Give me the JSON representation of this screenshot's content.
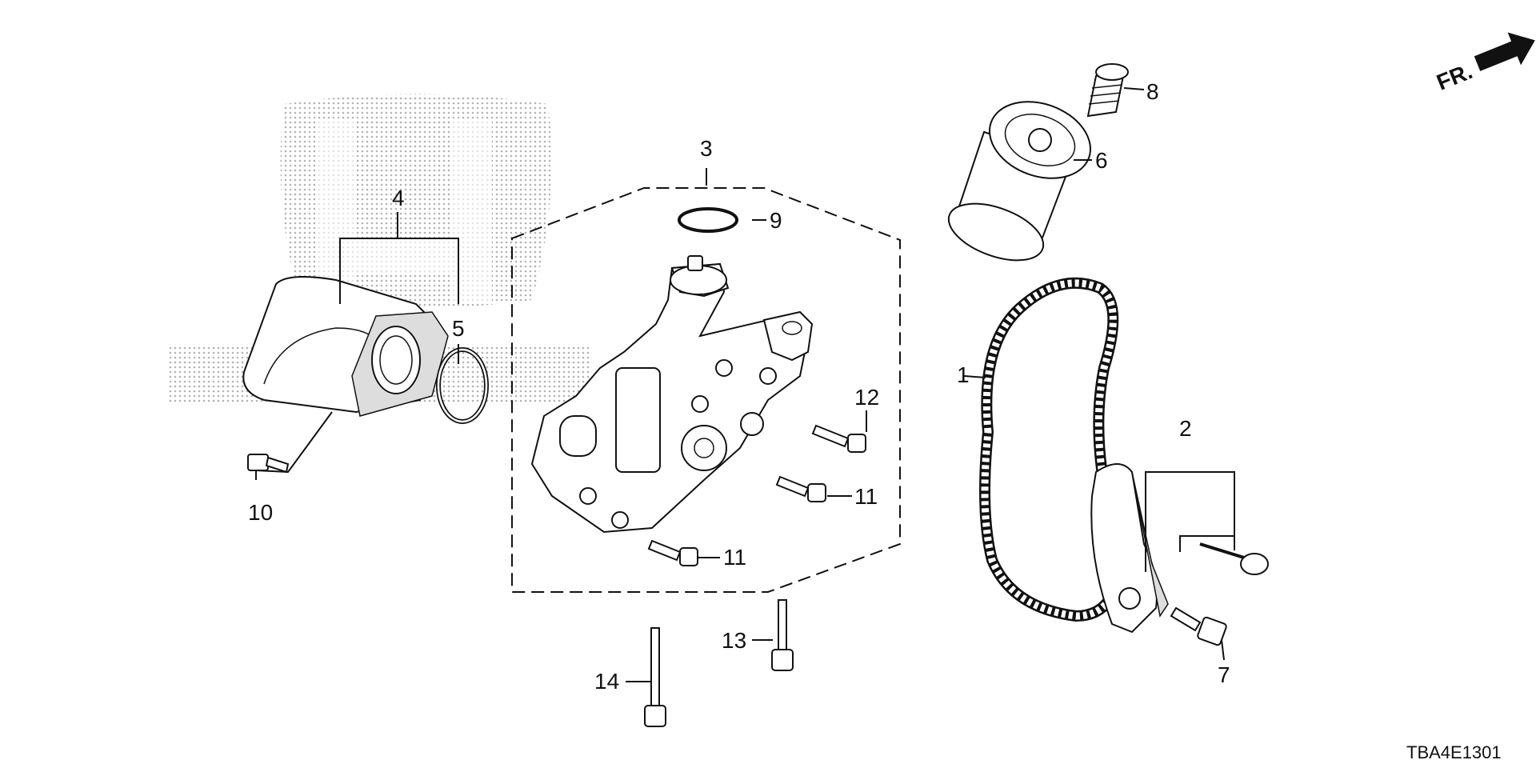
{
  "diagram": {
    "drawing_code": "TBA4E1301",
    "front_indicator": "FR.",
    "callouts": [
      "1",
      "2",
      "3",
      "4",
      "5",
      "6",
      "7",
      "8",
      "9",
      "10",
      "11",
      "11",
      "12",
      "13",
      "14"
    ]
  }
}
